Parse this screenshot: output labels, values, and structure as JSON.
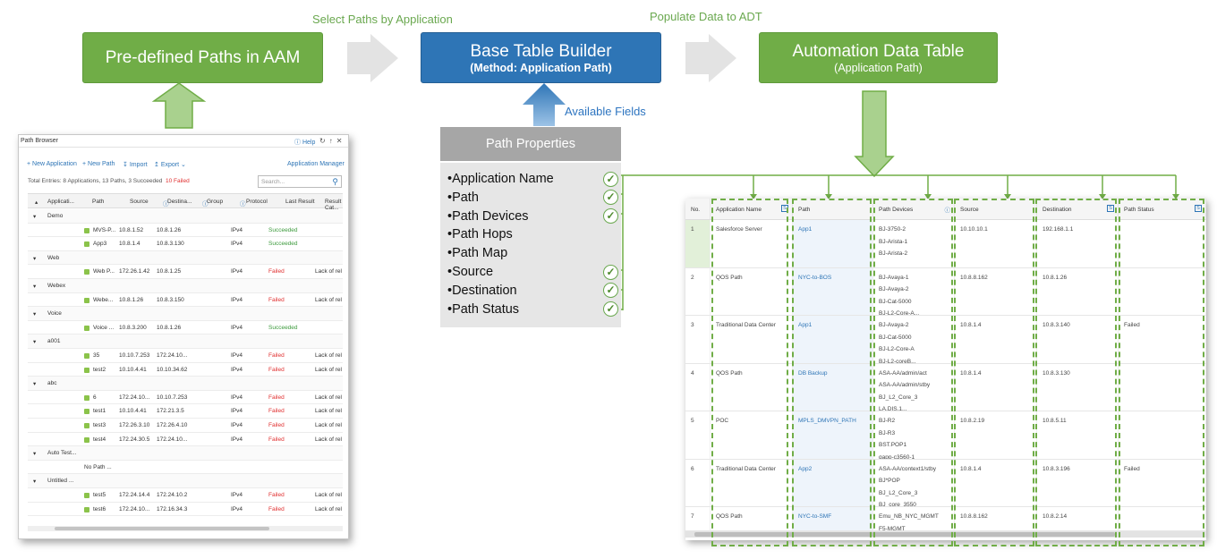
{
  "labels": {
    "select_paths": "Select Paths by Application",
    "populate": "Populate Data to ADT",
    "available_fields": "Available Fields"
  },
  "boxes": {
    "aam": {
      "title": "Pre-defined Paths in AAM"
    },
    "builder": {
      "title": "Base Table Builder",
      "subtitle": "(Method: Application Path)"
    },
    "adt": {
      "title": "Automation Data Table",
      "subtitle": "(Application Path)"
    }
  },
  "path_properties": {
    "header": "Path Properties",
    "items": [
      {
        "label": "•Application Name",
        "checked": true
      },
      {
        "label": "•Path",
        "checked": true
      },
      {
        "label": "•Path Devices",
        "checked": true
      },
      {
        "label": "•Path Hops",
        "checked": false
      },
      {
        "label": "•Path Map",
        "checked": false
      },
      {
        "label": "•Source",
        "checked": true
      },
      {
        "label": "•Destination",
        "checked": true
      },
      {
        "label": "•Path Status",
        "checked": true
      }
    ]
  },
  "path_browser": {
    "title": "Path Browser",
    "help": "Help",
    "toolbar": {
      "new_app": "+ New Application",
      "new_path": "+ New Path",
      "import": "Import",
      "export": "Export",
      "app_manager": "Application Manager"
    },
    "summary": "Total Entries: 8 Applications, 13 Paths,   3 Succeeded",
    "summary_failed": "10 Failed",
    "search_placeholder": "Search...",
    "columns": [
      "Applicati...",
      "Path",
      "Source",
      "Destina...",
      "Group",
      "Protocol",
      "Last Result",
      "Result Cat..."
    ],
    "rows": [
      {
        "group": "Demo"
      },
      {
        "path": "MVS-P...",
        "src": "10.8.1.52",
        "dst": "10.8.1.26",
        "proto": "IPv4",
        "result": "Succeeded",
        "cat": ""
      },
      {
        "path": "App3",
        "src": "10.8.1.4",
        "dst": "10.8.3.130",
        "proto": "IPv4",
        "result": "Succeeded",
        "cat": ""
      },
      {
        "group": "Web"
      },
      {
        "path": "Web P...",
        "src": "172.26.1.42",
        "dst": "10.8.1.25",
        "proto": "IPv4",
        "result": "Failed",
        "cat": "Lack of rel"
      },
      {
        "group": "Webex"
      },
      {
        "path": "Webe...",
        "src": "10.8.1.26",
        "dst": "10.8.3.150",
        "proto": "IPv4",
        "result": "Failed",
        "cat": "Lack of rel"
      },
      {
        "group": "Voice"
      },
      {
        "path": "Voice ...",
        "src": "10.8.3.200",
        "dst": "10.8.1.26",
        "proto": "IPv4",
        "result": "Succeeded",
        "cat": ""
      },
      {
        "group": "a001"
      },
      {
        "path": "35",
        "src": "10.10.7.253",
        "dst": "172.24.10...",
        "proto": "IPv4",
        "result": "Failed",
        "cat": "Lack of rel"
      },
      {
        "path": "test2",
        "src": "10.10.4.41",
        "dst": "10.10.34.62",
        "proto": "IPv4",
        "result": "Failed",
        "cat": "Lack of rel"
      },
      {
        "group": "abc"
      },
      {
        "path": "6",
        "src": "172.24.10...",
        "dst": "10.10.7.253",
        "proto": "IPv4",
        "result": "Failed",
        "cat": "Lack of rel"
      },
      {
        "path": "test1",
        "src": "10.10.4.41",
        "dst": "172.21.3.5",
        "proto": "IPv4",
        "result": "Failed",
        "cat": "Lack of rel"
      },
      {
        "path": "test3",
        "src": "172.26.3.10",
        "dst": "172.26.4.10",
        "proto": "IPv4",
        "result": "Failed",
        "cat": "Lack of rel"
      },
      {
        "path": "test4",
        "src": "172.24.30.5",
        "dst": "172.24.10...",
        "proto": "IPv4",
        "result": "Failed",
        "cat": "Lack of rel"
      },
      {
        "group": "Auto Test..."
      },
      {
        "nopath": "No Path ..."
      },
      {
        "group": "Untitled ..."
      },
      {
        "path": "test5",
        "src": "172.24.14.4",
        "dst": "172.24.10.2",
        "proto": "IPv4",
        "result": "Failed",
        "cat": "Lack of rel"
      },
      {
        "path": "test6",
        "src": "172.24.10...",
        "dst": "172.16.34.3",
        "proto": "IPv4",
        "result": "Failed",
        "cat": "Lack of rel"
      }
    ]
  },
  "adt_table": {
    "columns": [
      "No.",
      "Application Name",
      "Path",
      "Path Devices",
      "Source",
      "Destination",
      "Path Status"
    ],
    "rows": [
      {
        "no": "1",
        "app": "Salesforce Server",
        "path": "App1",
        "devices": [
          "BJ-3750-2",
          "BJ-Arista-1",
          "BJ-Arista-2"
        ],
        "src": "10.10.10.1",
        "dst": "192.168.1.1",
        "status": ""
      },
      {
        "no": "2",
        "app": "QOS Path",
        "path": "NYC-to-BOS",
        "devices": [
          "BJ-Avaya-1",
          "BJ-Avaya-2",
          "BJ-Cat-5000",
          "BJ-L2-Core-A..."
        ],
        "src": "10.8.8.162",
        "dst": "10.8.1.26",
        "status": ""
      },
      {
        "no": "3",
        "app": "Traditional Data Center",
        "path": "App1",
        "devices": [
          "BJ-Avaya-2",
          "BJ-Cat-5000",
          "BJ-L2-Core-A",
          "BJ-L2-coreB..."
        ],
        "src": "10.8.1.4",
        "dst": "10.8.3.140",
        "status": "Failed"
      },
      {
        "no": "4",
        "app": "QOS Path",
        "path": "DB Backup",
        "devices": [
          "ASA-AA/admin/act",
          "ASA-AA/admin/stby",
          "BJ_L2_Core_3",
          "LA.DIS.1..."
        ],
        "src": "10.8.1.4",
        "dst": "10.8.3.130",
        "status": ""
      },
      {
        "no": "5",
        "app": "POC",
        "path": "MPLS_DMVPN_PATH",
        "devices": [
          "BJ-R2",
          "BJ-R3",
          "BST.POP1",
          "qapp-c3560-1"
        ],
        "src": "10.8.2.19",
        "dst": "10.8.5.11",
        "status": ""
      },
      {
        "no": "6",
        "app": "Traditional Data Center",
        "path": "App2",
        "devices": [
          "ASA-AA/context1/stby",
          "BJ*POP",
          "BJ_L2_Core_3",
          "BJ_core_3550"
        ],
        "src": "10.8.1.4",
        "dst": "10.8.3.196",
        "status": "Failed"
      },
      {
        "no": "7",
        "app": "QOS Path",
        "path": "NYC-to-SMF",
        "devices": [
          "Emu_NB_NYC_MGMT",
          "F5-MGMT"
        ],
        "src": "10.8.8.162",
        "dst": "10.8.2.14",
        "status": ""
      }
    ]
  }
}
